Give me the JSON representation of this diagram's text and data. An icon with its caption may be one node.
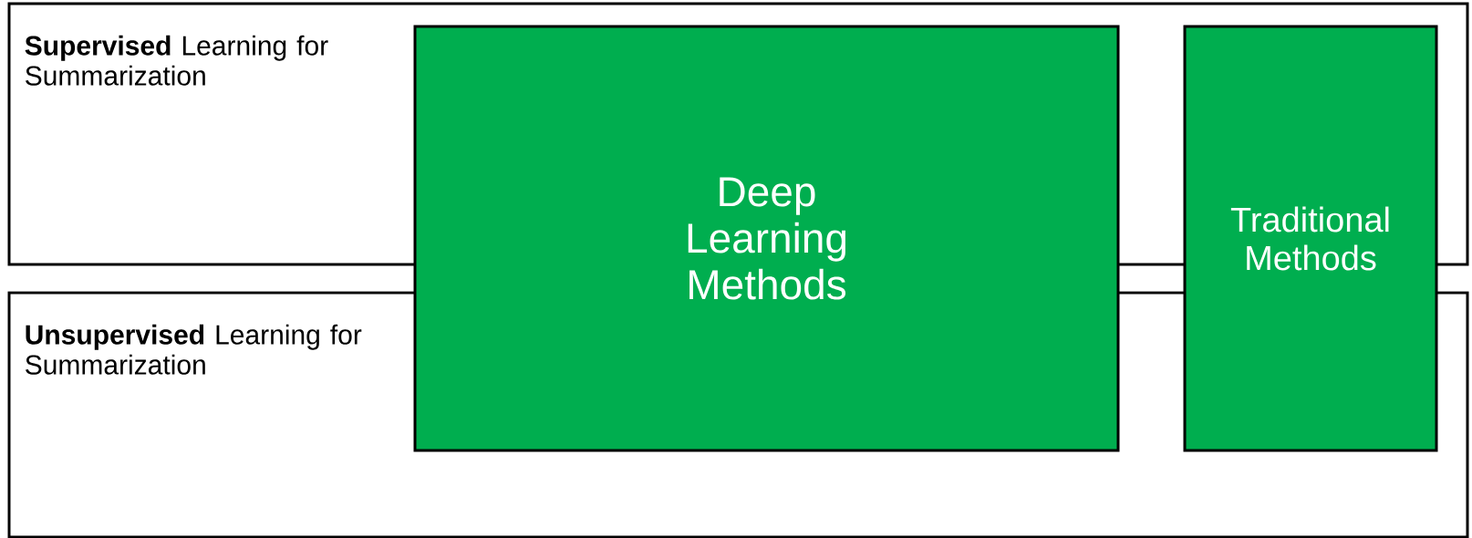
{
  "diagram": {
    "nodes": [
      {
        "text": [
          "**Supervised** Learning for Summarization"
        ]
      },
      {
        "text": [
          "**Unsupervised** Learning for Summarization"
        ]
      },
      {
        "text": [
          "Deep Learning Methods"
        ]
      },
      {
        "text": [
          "Traditional Methods"
        ]
      }
    ]
  }
}
